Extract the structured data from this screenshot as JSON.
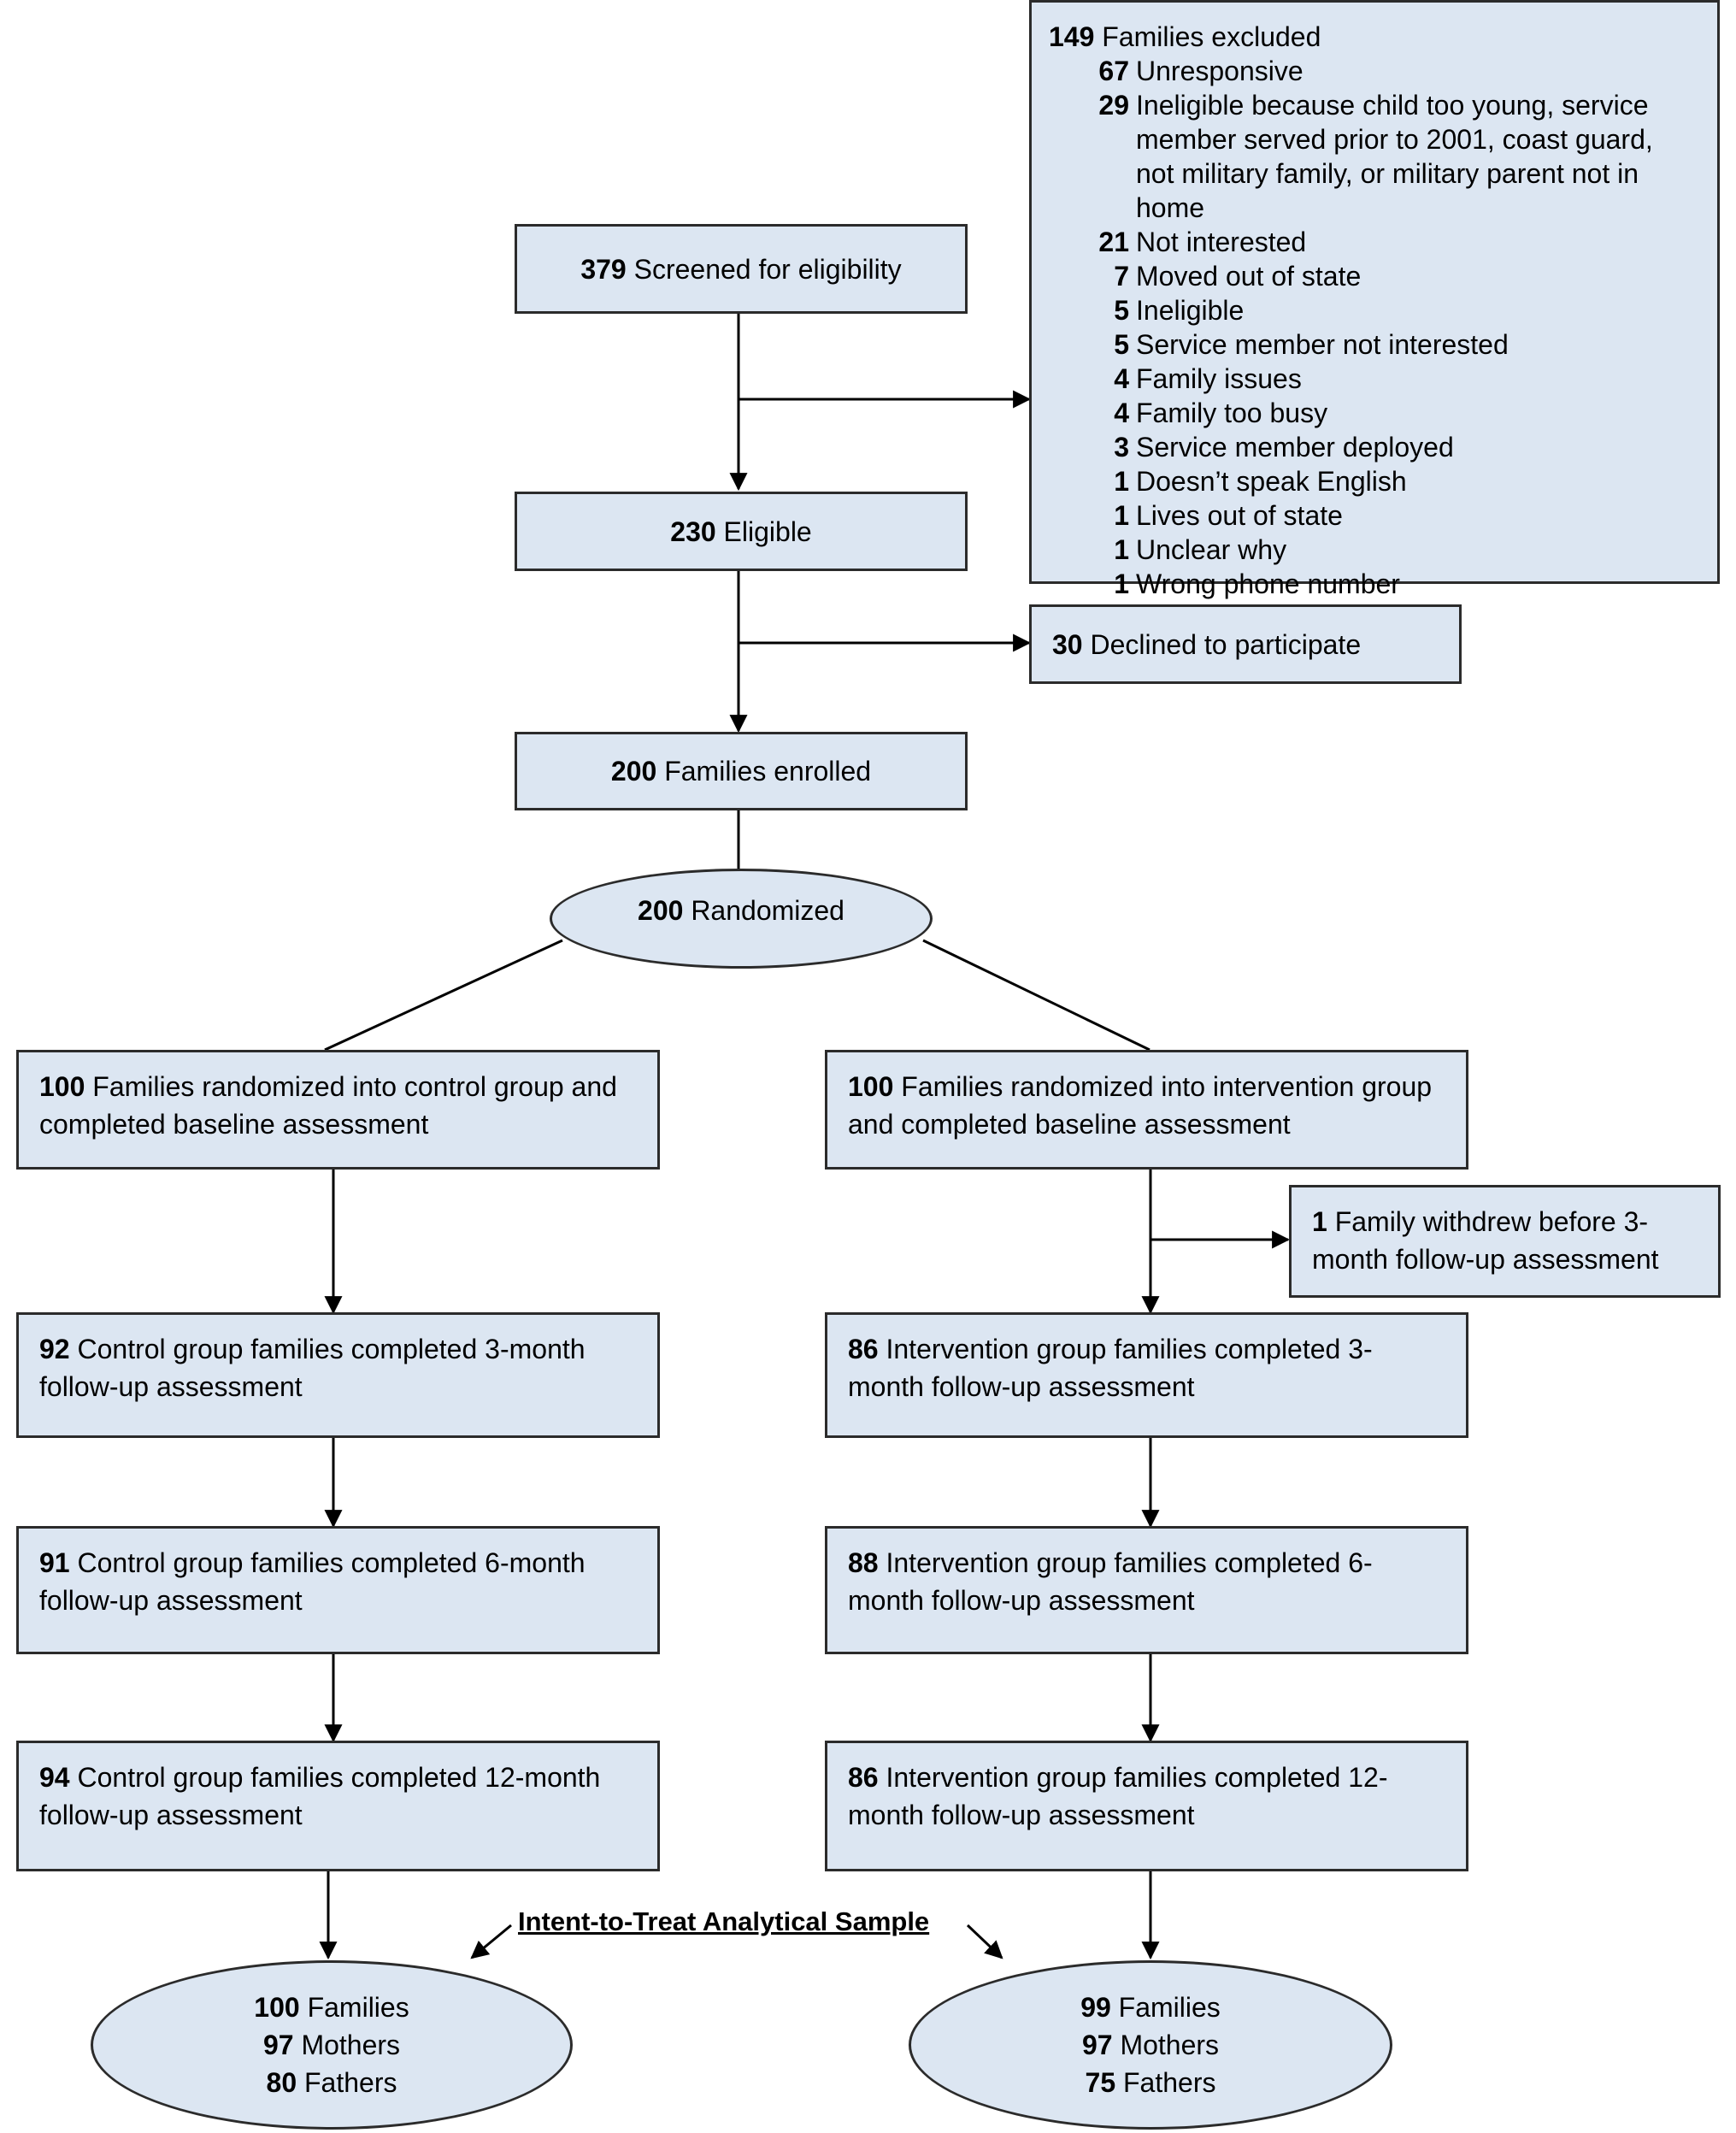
{
  "screened": {
    "n": "379",
    "text": "Screened for eligibility"
  },
  "excluded": {
    "n": "149",
    "text": "Families excluded",
    "reasons": [
      {
        "n": "67",
        "text": "Unresponsive"
      },
      {
        "n": "29",
        "text": "Ineligible because child too young, service member served prior to 2001, coast guard, not military family, or military parent not in home"
      },
      {
        "n": "21",
        "text": "Not interested"
      },
      {
        "n": "7",
        "text": "Moved out of state"
      },
      {
        "n": "5",
        "text": "Ineligible"
      },
      {
        "n": "5",
        "text": "Service member not interested"
      },
      {
        "n": "4",
        "text": "Family issues"
      },
      {
        "n": "4",
        "text": "Family too busy"
      },
      {
        "n": "3",
        "text": "Service member deployed"
      },
      {
        "n": "1",
        "text": "Doesn’t speak English"
      },
      {
        "n": "1",
        "text": "Lives out of state"
      },
      {
        "n": "1",
        "text": "Unclear why"
      },
      {
        "n": "1",
        "text": "Wrong phone number"
      }
    ]
  },
  "eligible": {
    "n": "230",
    "text": "Eligible"
  },
  "declined": {
    "n": "30",
    "text": "Declined to participate"
  },
  "enrolled": {
    "n": "200",
    "text": "Families enrolled"
  },
  "randomized": {
    "n": "200",
    "text": "Randomized"
  },
  "control": {
    "baseline": {
      "n": "100",
      "text": "Families randomized into control group and completed baseline assessment"
    },
    "m3": {
      "n": "92",
      "text": "Control group families completed 3-month follow-up assessment"
    },
    "m6": {
      "n": "91",
      "text": "Control group families completed 6-month follow-up assessment"
    },
    "m12": {
      "n": "94",
      "text": "Control group families completed 12-month follow-up assessment"
    },
    "itt": {
      "families_n": "100",
      "families": "Families",
      "mothers_n": "97",
      "mothers": "Mothers",
      "fathers_n": "80",
      "fathers": "Fathers"
    }
  },
  "intervention": {
    "baseline": {
      "n": "100",
      "text": "Families randomized into intervention group and completed baseline assessment"
    },
    "withdrew": {
      "n": "1",
      "text": "Family withdrew before 3-month follow-up assessment"
    },
    "m3": {
      "n": "86",
      "text": "Intervention group families completed 3-month follow-up assessment"
    },
    "m6": {
      "n": "88",
      "text": "Intervention group families completed 6-month follow-up assessment"
    },
    "m12": {
      "n": "86",
      "text": "Intervention group families completed 12-month follow-up assessment"
    },
    "itt": {
      "families_n": "99",
      "families": "Families",
      "mothers_n": "97",
      "mothers": "Mothers",
      "fathers_n": "75",
      "fathers": "Fathers"
    }
  },
  "itt_label": "Intent-to-Treat Analytical Sample"
}
